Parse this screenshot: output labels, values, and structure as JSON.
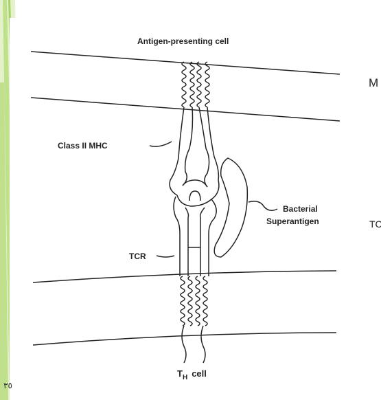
{
  "diagram": {
    "labels": {
      "antigen_presenting_cell": "Antigen-presenting cell",
      "class_ii_mhc": "Class II MHC",
      "bacterial": "Bacterial",
      "superantigen": "Superantigen",
      "tcr": "TCR",
      "th_cell_t": "T",
      "th_cell_sub": "H",
      "th_cell_word": "cell"
    }
  },
  "side_text": {
    "top_fragment": "M",
    "mid_fragment": "TC"
  },
  "slide": {
    "number": "٣٥"
  },
  "colors": {
    "stripe_light": "#cfe8a8",
    "stripe_dark": "#8cc63f",
    "ink": "#222222"
  }
}
